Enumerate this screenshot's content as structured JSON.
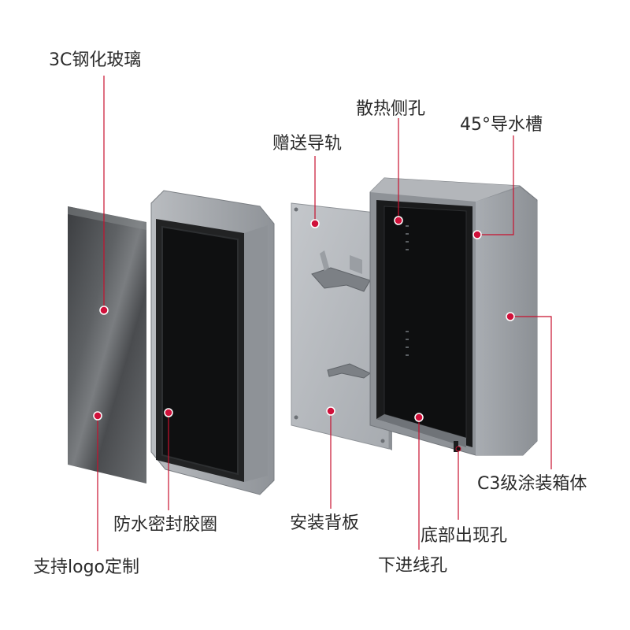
{
  "labels": {
    "glass": "3C钢化玻璃",
    "vent_holes": "散热侧孔",
    "drain_groove": "45°导水槽",
    "rail": "赠送导轨",
    "coated_box": "C3级涂装箱体",
    "seal_ring": "防水密封胶圈",
    "back_plate": "安装背板",
    "bottom_hole": "底部出现孔",
    "logo": "支持logo定制",
    "wire_hole": "下进线孔"
  },
  "colors": {
    "callout_line": "#c8102e",
    "callout_dot": "#d0103a",
    "box_grey": "#9da1a6",
    "box_dark": "#6f7378",
    "interior": "#151617"
  }
}
